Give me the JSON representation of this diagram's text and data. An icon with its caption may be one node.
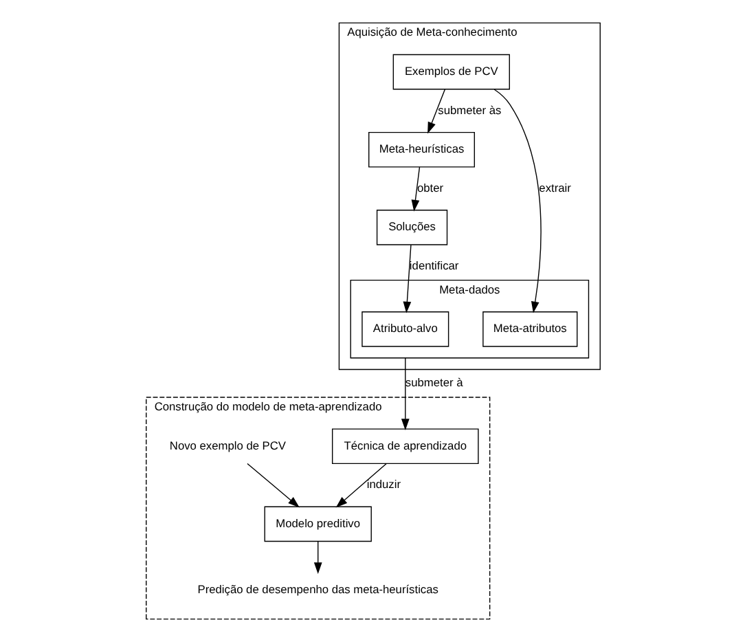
{
  "diagram": {
    "nodes": [
      {
        "text": [
          "Aquisição de Meta-conhecimento"
        ]
      },
      {
        "text": [
          "Exemplos de PCV"
        ],
        "in": 0
      },
      {
        "text": [
          "Meta-heurísticas"
        ],
        "in": 0
      },
      {
        "text": [
          "Soluções"
        ],
        "in": 0
      },
      {
        "text": [
          "Meta-dados"
        ],
        "in": 0
      },
      {
        "text": [
          "Meta-atributos"
        ],
        "in": 4
      },
      {
        "text": [
          "Atributo-alvo"
        ],
        "in": 4
      },
      {
        "text": [
          "Construção do modelo de meta-aprendizado"
        ]
      },
      {
        "text": [
          "Técnica de aprendizado"
        ],
        "in": 7
      },
      {
        "text": [
          "Novo exemplo de PCV"
        ],
        "in": 7
      },
      {
        "text": [
          "Modelo preditivo"
        ],
        "in": 7
      },
      {
        "text": [
          "Predição de desempenho das meta-heurísticas"
        ],
        "in": 7
      }
    ],
    "edges": [
      {
        "from": 1,
        "to": 2,
        "arrow": "to",
        "label": "submeter às"
      },
      {
        "from": 2,
        "to": 3,
        "arrow": "to",
        "label": "obter"
      },
      {
        "from": 1,
        "to": 5,
        "arrow": "to",
        "label": "extrair"
      },
      {
        "from": 3,
        "to": 6,
        "arrow": "to",
        "label": "identificar"
      },
      {
        "from": 4,
        "to": 8,
        "arrow": "to",
        "label": "submeter à"
      },
      {
        "from": 8,
        "to": 10,
        "arrow": "to",
        "label": "induzir"
      },
      {
        "from": 9,
        "to": 10,
        "arrow": "to"
      },
      {
        "from": 10,
        "to": 11,
        "arrow": "to"
      }
    ]
  }
}
